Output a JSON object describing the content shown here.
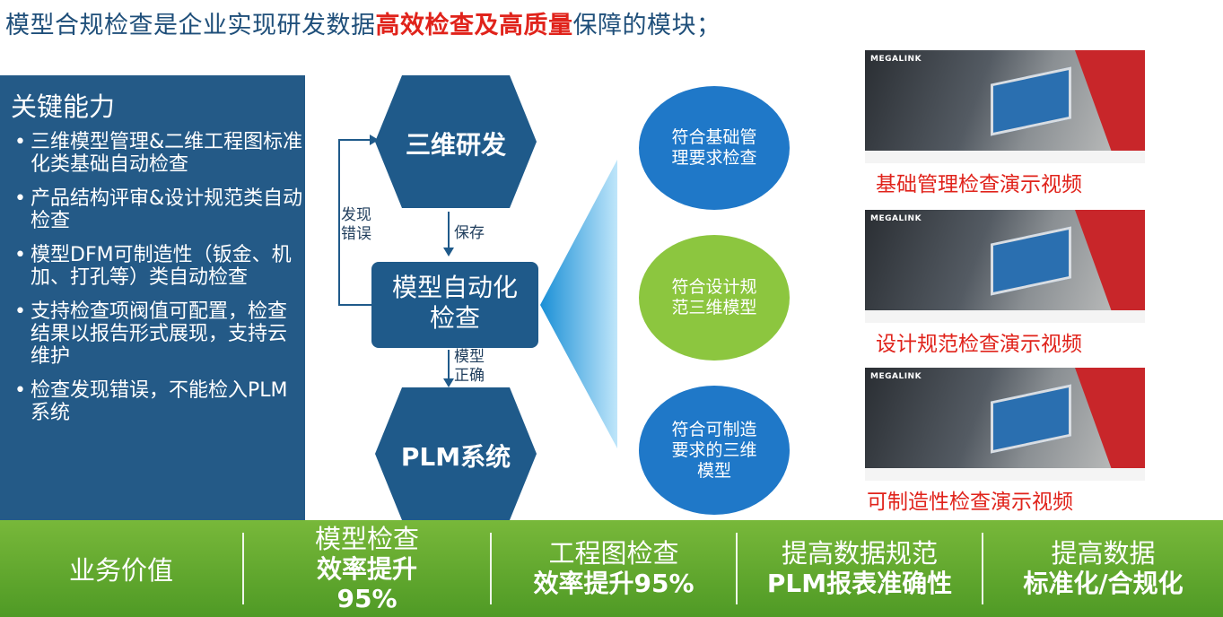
{
  "headline": {
    "prefix": "模型合规检查是企业实现研发数据",
    "highlight": "高效检查及高质量",
    "suffix": "保障的模块；"
  },
  "capabilities": {
    "title": "关键能力",
    "items": [
      "三维模型管理&二维工程图标准化类基础自动检查",
      "产品结构评审&设计规范类自动检查",
      "模型DFM可制造性（钣金、机加、打孔等）类自动检查",
      "支持检查项阀值可配置，检查结果以报告形式展现，支持云维护",
      "检查发现错误，不能检入PLM系统"
    ]
  },
  "flow": {
    "top_node": "三维研发",
    "middle_node": "模型自动化检查",
    "bottom_node": "PLM系统",
    "save_label": "保存",
    "error_label": "发现错误",
    "correct_label": "模型正确"
  },
  "checks": [
    {
      "label": "符合基础管理要求检查",
      "color": "#1f78c8"
    },
    {
      "label": "符合设计规范三维模型",
      "color": "#8cc63f"
    },
    {
      "label": "符合可制造要求的三维模型",
      "color": "#1f78c8"
    }
  ],
  "videos": [
    {
      "title": "基础管理检查演示视频",
      "brand": "MEGALINK"
    },
    {
      "title": "设计规范检查演示视频",
      "brand": "MEGALINK"
    },
    {
      "title": "可制造性检查演示视频",
      "brand": "MEGALINK"
    }
  ],
  "value_bar": {
    "label": "业务价值",
    "items": [
      {
        "line": "模型检查",
        "strong": "效率提升95%"
      },
      {
        "line": "工程图检查",
        "strong": "效率提升95%"
      },
      {
        "line": "提高数据规范",
        "strong": "PLM报表准确性"
      },
      {
        "line": "提高数据",
        "strong": "标准化/合规化"
      }
    ]
  },
  "colors": {
    "accent_red": "#e0231b",
    "panel_blue": "#245a87",
    "node_blue": "#1f5a8a",
    "bar_green": "#5ea82c"
  }
}
